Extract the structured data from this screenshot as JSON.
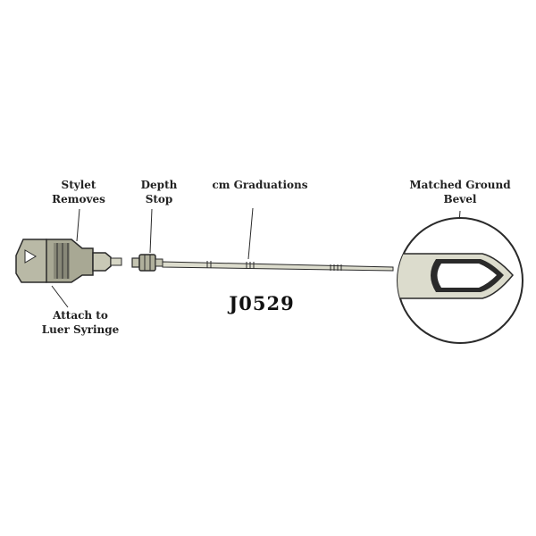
{
  "labels": {
    "stylet": [
      "Stylet",
      "Removes"
    ],
    "depth_stop": [
      "Depth",
      "Stop"
    ],
    "graduations": [
      "cm Graduations"
    ],
    "bevel": [
      "Matched Ground",
      "Bevel"
    ],
    "attach": [
      "Attach to",
      "Luer Syringe"
    ]
  },
  "part_number": "J0529",
  "colors": {
    "outline": "#2a2a2a",
    "hub_fill": "#b9b9a6",
    "hub_shadow": "#6e6e60",
    "needle_fill": "#dcdccd",
    "bevel_lumen": "#ffffff",
    "text": "#222222"
  },
  "icons": {
    "hub": "stylet-hub-icon",
    "depth_stop": "depth-stop-icon",
    "needle": "needle-shaft-icon",
    "magnifier": "bevel-magnifier-icon"
  }
}
